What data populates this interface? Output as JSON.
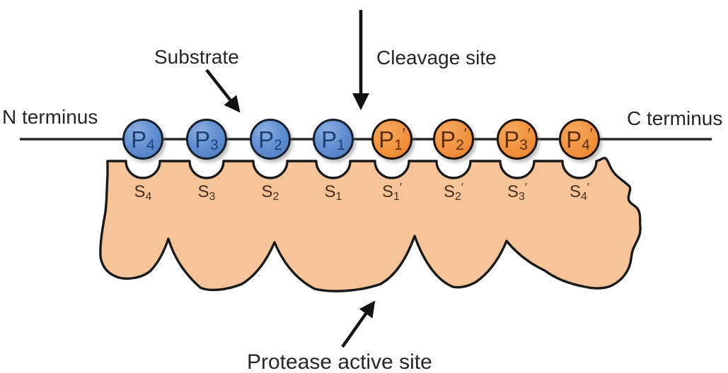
{
  "labels": {
    "n_terminus": "N terminus",
    "c_terminus": "C terminus",
    "substrate": "Substrate",
    "cleavage_site": "Cleavage site",
    "protease_active_site": "Protease active site"
  },
  "residues": [
    {
      "id": "P4",
      "main": "P",
      "sub": "4",
      "prime": ""
    },
    {
      "id": "P3",
      "main": "P",
      "sub": "3",
      "prime": ""
    },
    {
      "id": "P2",
      "main": "P",
      "sub": "2",
      "prime": ""
    },
    {
      "id": "P1",
      "main": "P",
      "sub": "1",
      "prime": ""
    },
    {
      "id": "P1'",
      "main": "P",
      "sub": "1",
      "prime": "′"
    },
    {
      "id": "P2'",
      "main": "P",
      "sub": "2",
      "prime": "′"
    },
    {
      "id": "P3'",
      "main": "P",
      "sub": "3",
      "prime": "′"
    },
    {
      "id": "P4'",
      "main": "P",
      "sub": "4",
      "prime": "′"
    }
  ],
  "pockets": [
    {
      "id": "S4",
      "main": "S",
      "sub": "4",
      "prime": ""
    },
    {
      "id": "S3",
      "main": "S",
      "sub": "3",
      "prime": ""
    },
    {
      "id": "S2",
      "main": "S",
      "sub": "2",
      "prime": ""
    },
    {
      "id": "S1",
      "main": "S",
      "sub": "1",
      "prime": ""
    },
    {
      "id": "S1'",
      "main": "S",
      "sub": "1",
      "prime": "′"
    },
    {
      "id": "S2'",
      "main": "S",
      "sub": "2",
      "prime": "′"
    },
    {
      "id": "S3'",
      "main": "S",
      "sub": "3",
      "prime": "′"
    },
    {
      "id": "S4'",
      "main": "S",
      "sub": "4",
      "prime": "′"
    }
  ],
  "colors": {
    "nonprime_residue_fill": "#6390d2",
    "prime_residue_fill": "#f0923e",
    "protease_fill": "#f6c498",
    "outline": "#1a1a1a",
    "backbone_line": "#262626"
  }
}
